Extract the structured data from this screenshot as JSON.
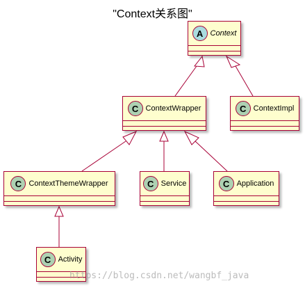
{
  "title": "\"Context关系图\"",
  "classes": [
    {
      "id": "context",
      "name": "Context",
      "stereotype": "A",
      "italic": true
    },
    {
      "id": "context-wrapper",
      "name": "ContextWrapper",
      "stereotype": "C",
      "italic": false
    },
    {
      "id": "context-impl",
      "name": "ContextImpl",
      "stereotype": "C",
      "italic": false
    },
    {
      "id": "context-theme-wrapper",
      "name": "ContextThemeWrapper",
      "stereotype": "C",
      "italic": false
    },
    {
      "id": "service",
      "name": "Service",
      "stereotype": "C",
      "italic": false
    },
    {
      "id": "application",
      "name": "Application",
      "stereotype": "C",
      "italic": false
    },
    {
      "id": "activity",
      "name": "Activity",
      "stereotype": "C",
      "italic": false
    }
  ],
  "inheritance": [
    {
      "child": "context-wrapper",
      "parent": "context"
    },
    {
      "child": "context-impl",
      "parent": "context"
    },
    {
      "child": "context-theme-wrapper",
      "parent": "context-wrapper"
    },
    {
      "child": "service",
      "parent": "context-wrapper"
    },
    {
      "child": "application",
      "parent": "context-wrapper"
    },
    {
      "child": "activity",
      "parent": "context-theme-wrapper"
    }
  ],
  "colors": {
    "fill": "#FEFECE",
    "border": "#A80036",
    "class_badge": "#ADD1B2",
    "abstract_badge": "#A9DCDF"
  },
  "watermark": "https://blog.csdn.net/wangbf_java"
}
